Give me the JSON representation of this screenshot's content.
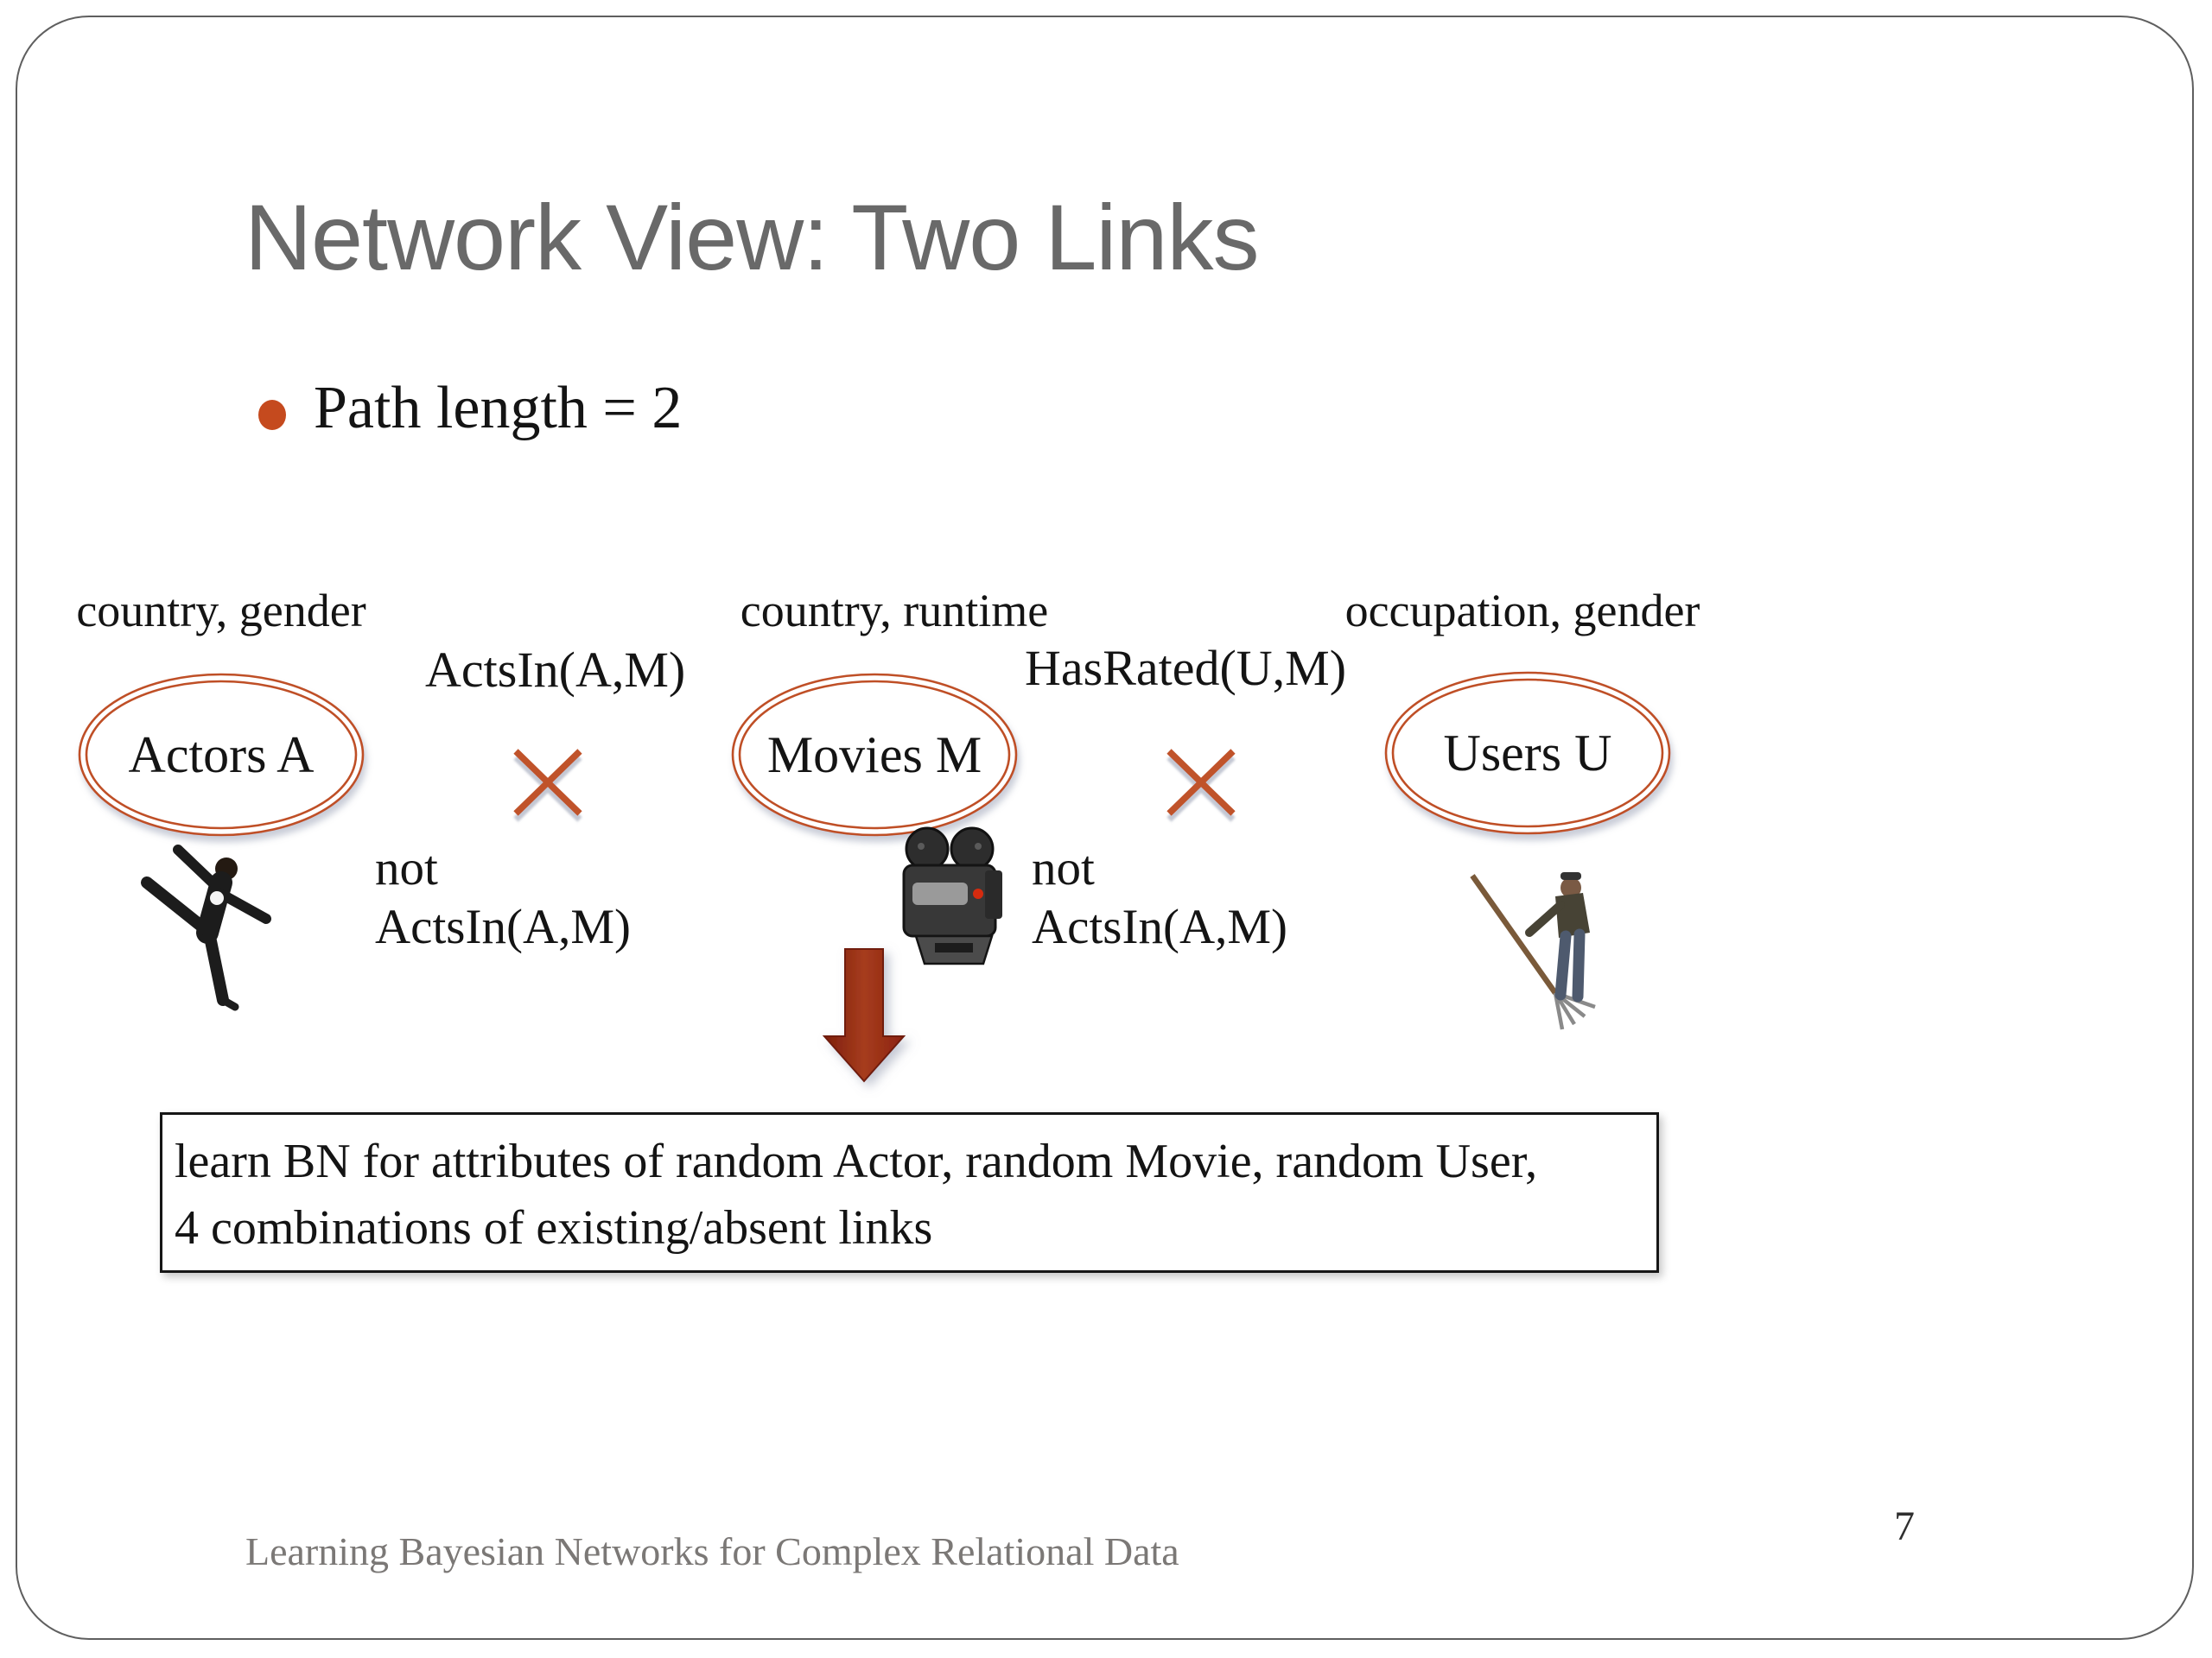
{
  "title": "Network View: Two Links",
  "bullet": {
    "text": "Path length = 2"
  },
  "nodes": {
    "actors": {
      "label": "Actors A",
      "attributes": "country, gender"
    },
    "movies": {
      "label": "Movies M",
      "attributes": "country, runtime"
    },
    "users": {
      "label": "Users U",
      "attributes": "occupation, gender"
    }
  },
  "links": {
    "acts_in": {
      "label": "ActsIn(A,M)",
      "negation_line1": "not",
      "negation_line2": "ActsIn(A,M)"
    },
    "has_rated": {
      "label": "HasRated(U,M)",
      "negation_line1": "not",
      "negation_line2": "ActsIn(A,M)"
    }
  },
  "callout": {
    "line1": "learn BN for attributes of random Actor, random Movie, random User,",
    "line2": "4 combinations of existing/absent links"
  },
  "footer": {
    "text": "Learning Bayesian Networks for Complex Relational Data",
    "page_number": "7"
  },
  "icons": {
    "actor": "dancing-actress-photo",
    "movie": "movie-camera-icon",
    "user": "farmer-with-pitchfork-photo",
    "arrow": "down-arrow-icon",
    "crossout": "crossout-x-icon"
  },
  "colors": {
    "accent_orange": "#c0532c",
    "ellipse_stroke": "#bf4f27",
    "arrow_red": "#9a2b11",
    "title_gray": "#696969",
    "bullet_orange": "#c54a1e"
  }
}
